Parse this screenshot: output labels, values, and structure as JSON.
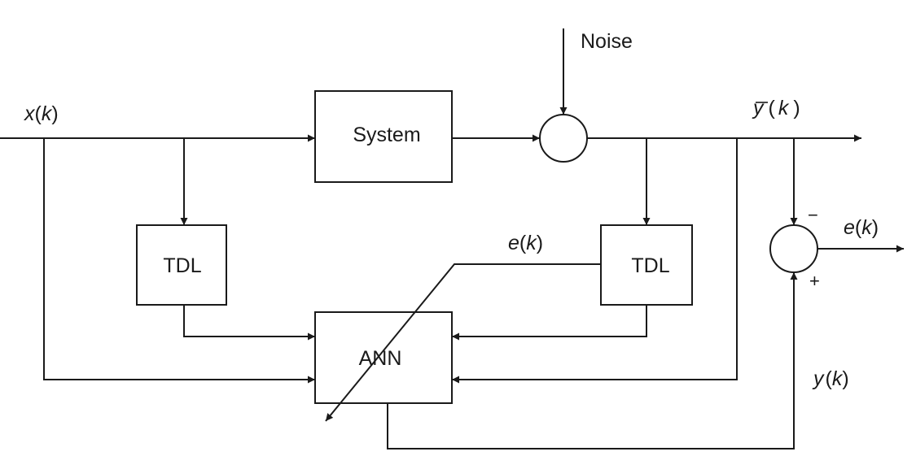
{
  "blocks": {
    "system": "System",
    "tdl_left": "TDL",
    "tdl_right": "TDL",
    "ann": "ANN"
  },
  "signals": {
    "noise": "Noise",
    "input": {
      "var": "x",
      "open": "(",
      "arg": "k",
      "close": ")"
    },
    "measured_output": {
      "var": "y",
      "open": "(",
      "arg": "k",
      "close": ")"
    },
    "error_ann": {
      "var": "e",
      "open": "(",
      "arg": "k",
      "close": ")"
    },
    "error_out": {
      "var": "e",
      "open": "(",
      "arg": "k",
      "close": ")"
    },
    "model_output": {
      "var": "y",
      "open": "(",
      "arg": "k",
      "close": ")"
    }
  },
  "comparator": {
    "minus": "−",
    "plus": "+"
  }
}
